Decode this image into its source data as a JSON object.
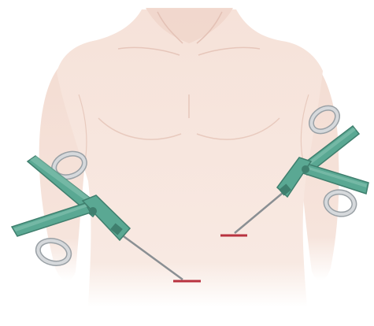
{
  "illustration": {
    "subject": "torso-with-two-laparoscopic-instruments",
    "colors": {
      "background": "#ffffff",
      "skin": "#f6e3db",
      "skin_shadow": "#ecd0c6",
      "skin_outline": "#e3beb2",
      "instrument_body": "#5aa893",
      "instrument_dark": "#3f7f6e",
      "instrument_light": "#86c3b1",
      "ring_handle": "#d6d9dc",
      "ring_outline": "#9aa1a6",
      "shaft": "#8a8f93",
      "incision": "#b8323f"
    },
    "icons": [
      "torso",
      "laparoscopic-grasper-left",
      "laparoscopic-grasper-right",
      "incision-mark-left",
      "incision-mark-right"
    ]
  }
}
